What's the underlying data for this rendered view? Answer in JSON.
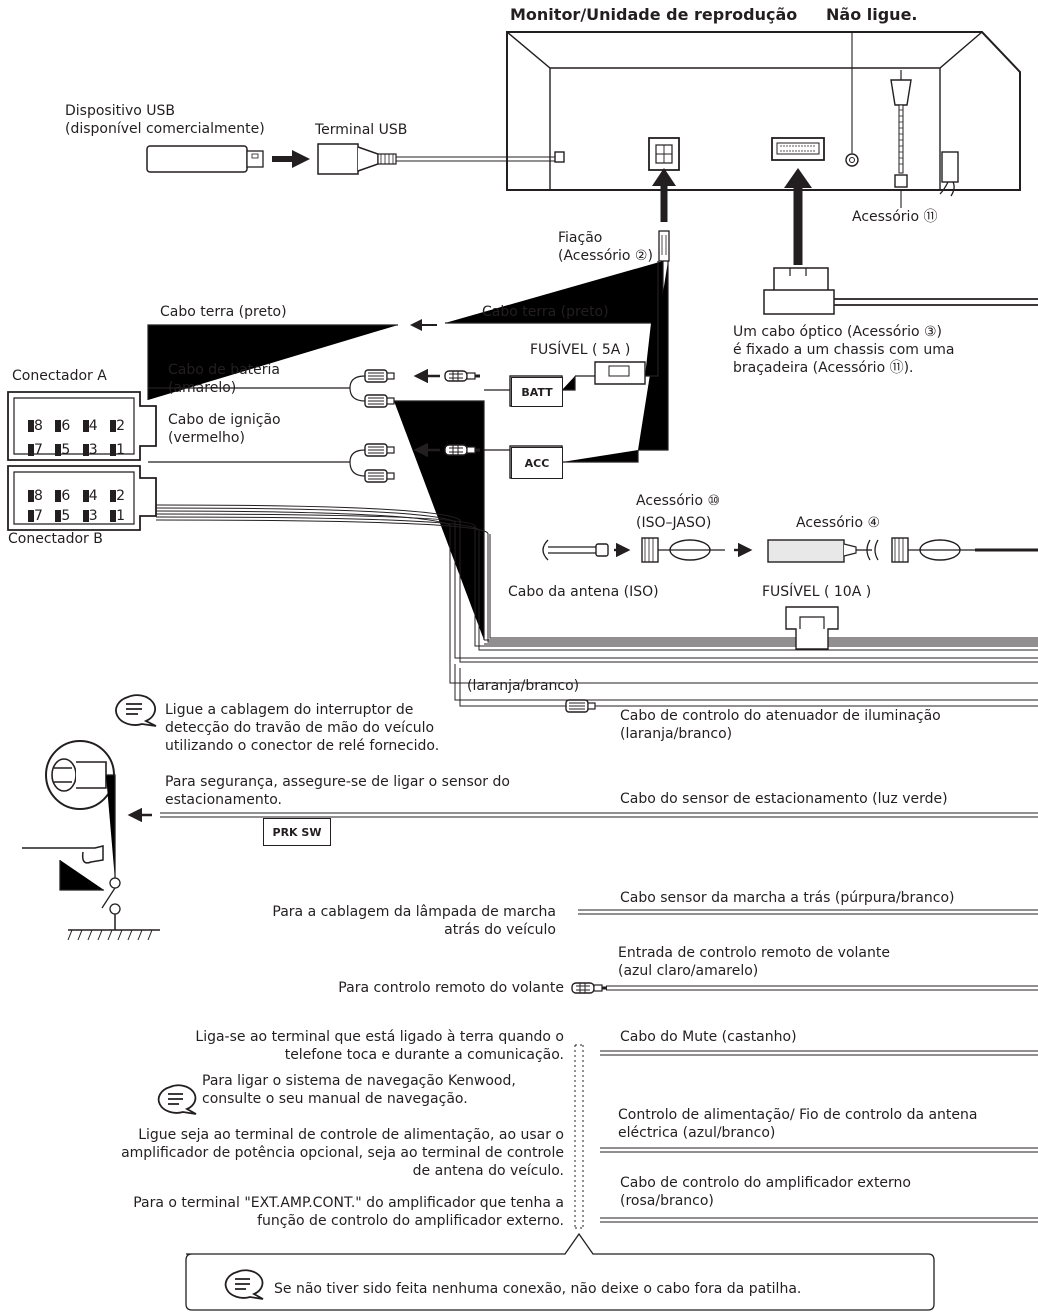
{
  "head_unit": {
    "title": "Monitor/Unidade de reprodução",
    "no_connect": "Não ligue."
  },
  "usb": {
    "device_line1": "Dispositivo USB",
    "device_line2": "(disponível comercialmente)",
    "terminal": "Terminal USB"
  },
  "accessory11_label": "Acessório ⑪",
  "harness": {
    "line1": "Fiação",
    "line2": "(Acessório ②)"
  },
  "ground": {
    "left": "Cabo terra (preto)",
    "right": "Cabo terra (preto)"
  },
  "optical": {
    "line1": "Um cabo óptico (Acessório ③)",
    "line2": "é fixado a um chassis com uma",
    "line3": "braçadeira (Acessório ⑪)."
  },
  "fuse_5a": "FUSÍVEL ( 5A )",
  "fuse_10a": "FUSÍVEL ( 10A )",
  "connector_a": "Conectador A",
  "connector_b": "Conectador B",
  "connector_pins": {
    "top": [
      "8",
      "6",
      "4",
      "2"
    ],
    "bottom": [
      "7",
      "5",
      "3",
      "1"
    ]
  },
  "battery": {
    "line1": "Cabo de bateria",
    "line2": "(amarelo)",
    "tag": "BATT"
  },
  "ignition": {
    "line1": "Cabo de ignição",
    "line2": "(vermelho)",
    "tag": "ACC"
  },
  "antenna": {
    "acc10": "Acessório ⑩",
    "iso_jaso": "(ISO–JASO)",
    "acc4": "Acessório ④",
    "cable": "Cabo da antena (ISO)"
  },
  "dimmer": {
    "small": "(laranja/branco)",
    "line1": "Cabo de controlo do atenuador de iluminação",
    "line2": "(laranja/branco)"
  },
  "handbrake_note": {
    "line1": "Ligue a cablagem do interruptor de",
    "line2": "detecção do travão de mão do veículo",
    "line3": "utilizando o conector de relé fornecido."
  },
  "parking": {
    "safety1": "Para segurança, assegure-se de ligar o sensor do",
    "safety2": "estacionamento.",
    "tag": "PRK SW",
    "cable": "Cabo do sensor de estacionamento (luz verde)"
  },
  "reverse": {
    "left1": "Para a cablagem da lâmpada de marcha",
    "left2": "atrás do veículo",
    "cable": "Cabo sensor da marcha a trás (púrpura/branco)"
  },
  "steering": {
    "right1": "Entrada de controlo remoto de volante",
    "right2": "(azul claro/amarelo)",
    "left": "Para controlo remoto do volante"
  },
  "mute": {
    "left1": "Liga-se ao terminal que está ligado à terra quando o",
    "left2": "telefone toca e durante a comunicação.",
    "cable": "Cabo do Mute (castanho)"
  },
  "nav_note": {
    "line1": "Para ligar o sistema de navegação Kenwood,",
    "line2": "consulte o seu manual de navegação."
  },
  "power_ctrl": {
    "left1": "Ligue seja ao terminal de controle de alimentação, ao usar o",
    "left2": "amplificador de potência opcional, seja ao terminal de controle",
    "left3": "de antena do veículo.",
    "right1": "Controlo de alimentação/ Fio de controlo da antena",
    "right2": "eléctrica (azul/branco)"
  },
  "amp_ctrl": {
    "left1": "Para o terminal \"EXT.AMP.CONT.\" do amplificador que tenha a",
    "left2": "função de controlo do amplificador externo.",
    "right1": "Cabo de controlo do amplificador externo",
    "right2": "(rosa/branco)"
  },
  "bottom_note": "Se não tiver sido feita nenhuma conexão, não deixe o cabo fora da patilha."
}
